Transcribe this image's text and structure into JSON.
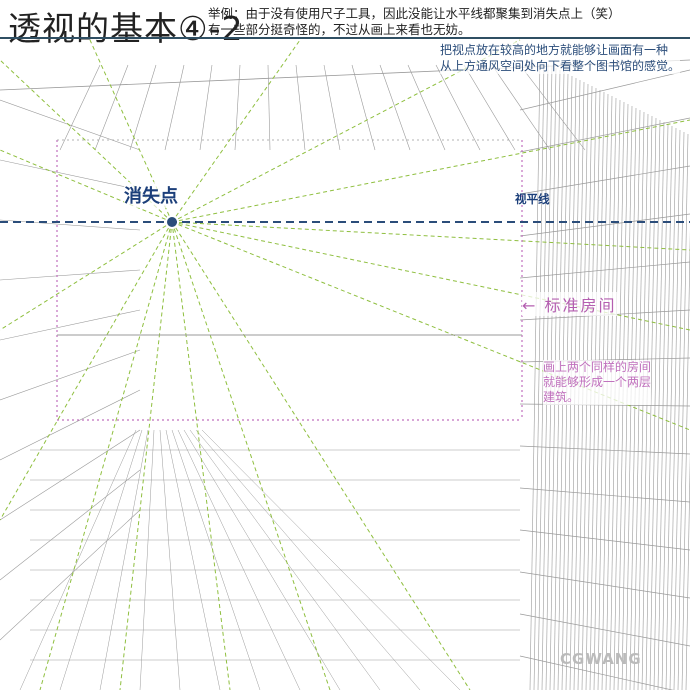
{
  "header": {
    "title": "透视的基本④-2",
    "note_line1": "举例：由于没有使用尺子工具，因此没能让水平线都聚集到消失点上（笑）",
    "note_line2": "有一些部分挺奇怪的，不过从画上来看也无妨。"
  },
  "annotations": {
    "viewpoint_line1": "把视点放在较高的地方就能够让画面有一种",
    "viewpoint_line2": "从上方通风空间处向下看整个图书馆的感觉。",
    "vanishing_point": "消失点",
    "horizon_line": "视平线",
    "standard_room": "← 标准房间",
    "two_rooms_line1": "画上两个同样的房间",
    "two_rooms_line2": "就能够形成一个两层",
    "two_rooms_line3": "建筑。"
  },
  "watermark": "CGWANG",
  "colors": {
    "horizon": "#2b4d7a",
    "guides": "#8fbf3f",
    "room": "#c070bd",
    "sketch": "#9a9a9a"
  }
}
